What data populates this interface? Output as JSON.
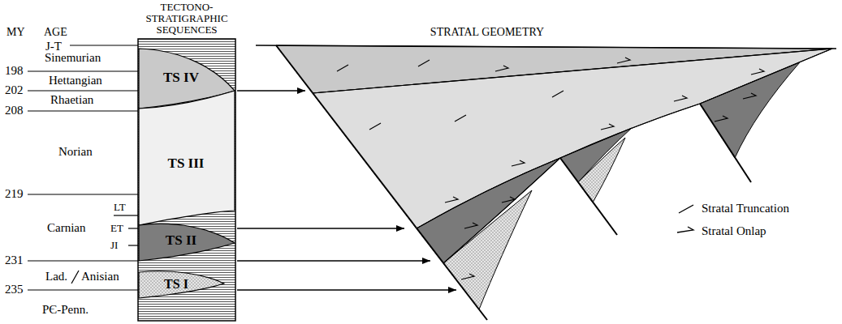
{
  "diagram": {
    "nodes": [
      {
        "text": [
          "TECTONO- STRATIGRAPHIC SEQUENCES"
        ]
      },
      {
        "text": [
          "TS IV"
        ],
        "in": 0
      },
      {
        "text": [
          "TS III"
        ],
        "in": 0
      },
      {
        "text": [
          "TS II"
        ],
        "in": 0
      },
      {
        "text": [
          "TS I"
        ],
        "in": 0
      }
    ],
    "labels": [
      "MY",
      "AGE",
      "STRATAL GEOMETRY",
      "J-T",
      "Sinemurian",
      "198",
      "Hettangian",
      "202",
      "Rhaetian",
      "208",
      "Norian",
      "219",
      "LT",
      "Carnian",
      "ET",
      "JI",
      "231",
      "Lad.",
      "Anisian",
      "235",
      "PЄ-Penn."
    ],
    "legend": [
      {
        "text": "Stratal Truncation"
      },
      {
        "text": "Stratal Onlap"
      }
    ]
  }
}
